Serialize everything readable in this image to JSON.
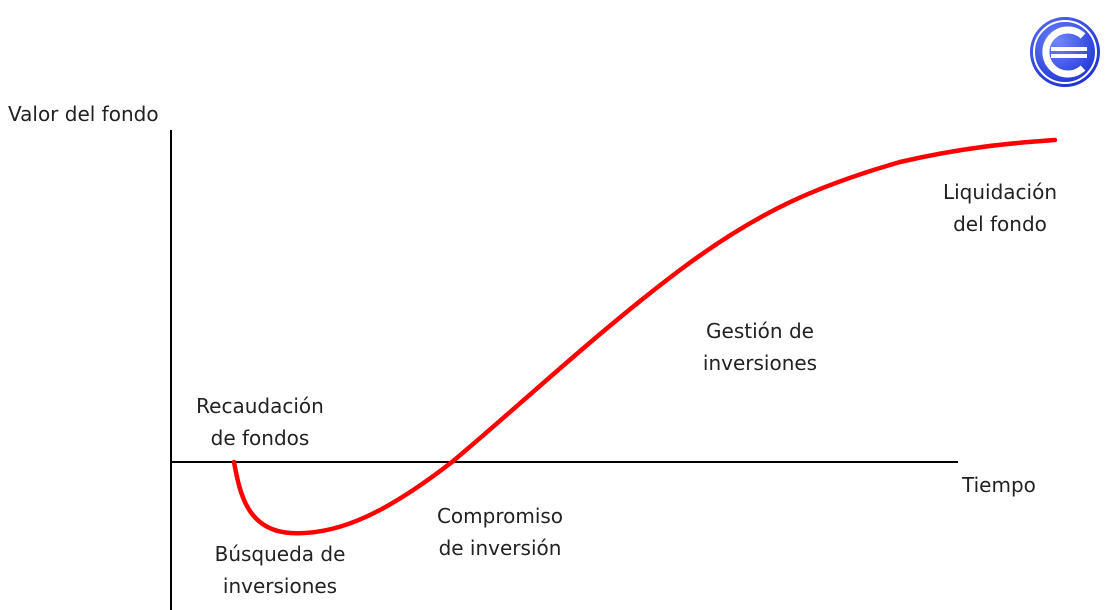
{
  "axes": {
    "y_label": "Valor del fondo",
    "x_label": "Tiempo"
  },
  "stages": {
    "fundraising": {
      "line1": "Recaudación",
      "line2": "de fondos"
    },
    "search": {
      "line1": "Búsqueda de",
      "line2": "inversiones"
    },
    "commitment": {
      "line1": "Compromiso",
      "line2": "de inversión"
    },
    "management": {
      "line1": "Gestión de",
      "line2": "inversiones"
    },
    "liquidation": {
      "line1": "Liquidación",
      "line2": "del fondo"
    }
  },
  "colors": {
    "curve": "#ff0000",
    "axis": "#000000",
    "logo_blue": "#1a2fd0",
    "logo_light": "#6f86ff"
  },
  "icons": {
    "logo": "e-circle-logo-icon"
  }
}
